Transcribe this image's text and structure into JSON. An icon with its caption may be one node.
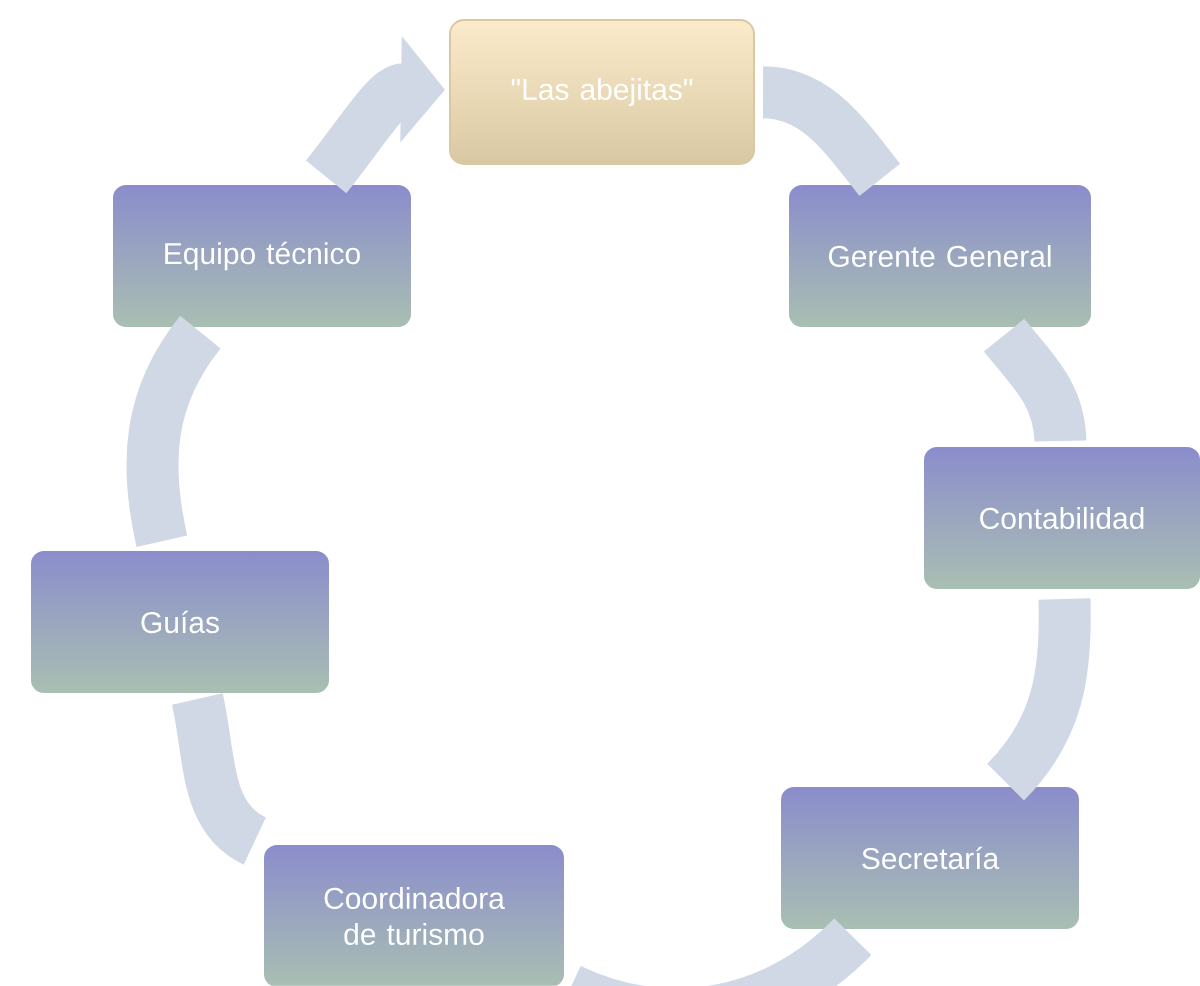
{
  "diagram": {
    "nodes": [
      {
        "text": [
          "\"Las abejitas\""
        ]
      },
      {
        "text": [
          "Gerente General"
        ]
      },
      {
        "text": [
          "Contabilidad"
        ]
      },
      {
        "text": [
          "Secretaría"
        ]
      },
      {
        "text": [
          "Coordinadora de turismo"
        ]
      },
      {
        "text": [
          "Guías"
        ]
      },
      {
        "text": [
          "Equipo técnico"
        ]
      }
    ],
    "edges": [
      {
        "from": 0,
        "to": 1,
        "arrow": "none"
      },
      {
        "from": 1,
        "to": 2,
        "arrow": "none"
      },
      {
        "from": 2,
        "to": 3,
        "arrow": "none"
      },
      {
        "from": 3,
        "to": 4,
        "arrow": "none"
      },
      {
        "from": 4,
        "to": 5,
        "arrow": "none"
      },
      {
        "from": 5,
        "to": 6,
        "arrow": "none"
      },
      {
        "from": 6,
        "to": 0,
        "arrow": "to"
      }
    ]
  }
}
